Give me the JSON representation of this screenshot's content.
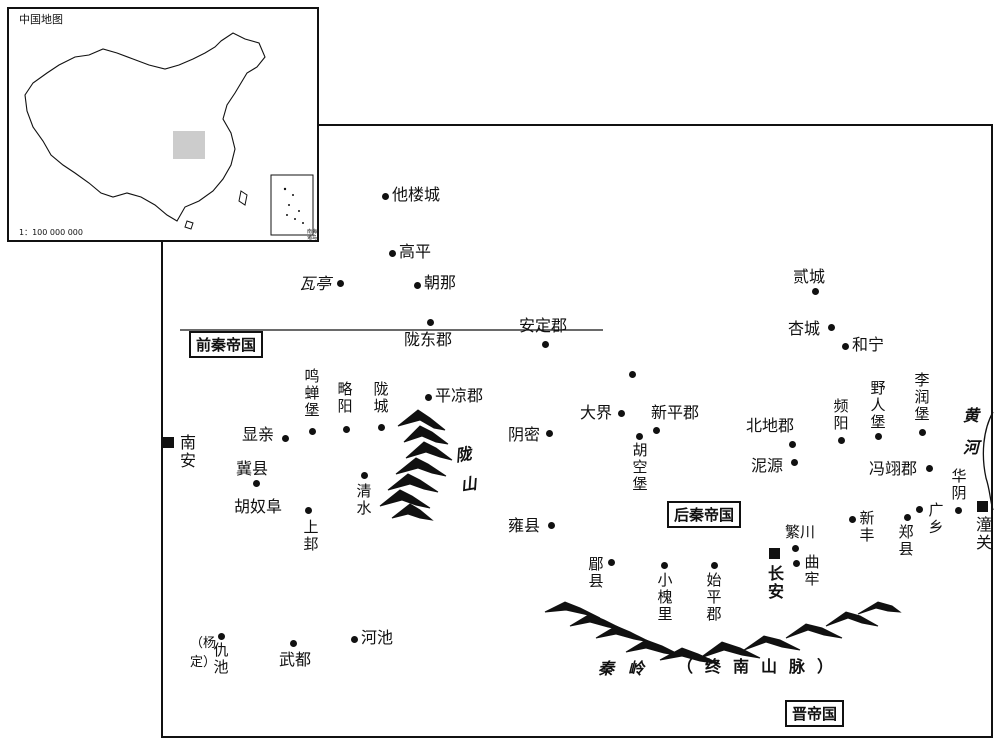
{
  "inset": {
    "title": "中国地图",
    "scale": "1：100 000 000",
    "scs_label": "南海诸岛"
  },
  "empires": {
    "qian_qin": "前秦帝国",
    "hou_qin": "后秦帝国",
    "jin": "晋帝国"
  },
  "mountains": {
    "longshan": "陇山",
    "qinling": "秦岭",
    "zhongnan": "（终南山脉）"
  },
  "river": {
    "huanghe": "黄河"
  },
  "capital_chang_an": "长安",
  "places": {
    "tuoloucheng": "他楼城",
    "gaoping": "高平",
    "wating": "瓦亭",
    "chaona": "朝那",
    "longdongjun": "陇东郡",
    "andingjun": "安定郡",
    "ercheng": "贰城",
    "xingcheng": "杏城",
    "hening": "和宁",
    "nan_an": "南安",
    "mingchanbao": "鸣蝉堡",
    "lveyang": "略阳",
    "longcheng": "陇城",
    "pingliangjun": "平凉郡",
    "xianqin": "显亲",
    "jixian": "冀县",
    "hunufu": "胡奴阜",
    "shanggui": "上邽",
    "qingshui": "清水",
    "yinmi": "阴密",
    "dajie": "大界",
    "xinpingjun": "新平郡",
    "hukongbao": "胡空堡",
    "beidijun": "北地郡",
    "niyuan": "泥源",
    "pinyang": "频阳",
    "yerenbao": "野人堡",
    "lirunbao": "李润堡",
    "fengyijun": "冯翊郡",
    "huayin": "华阴",
    "tongguan": "潼关",
    "guangxiang": "广乡",
    "zhengxian": "郑县",
    "xinfeng": "新丰",
    "yongxian": "雍县",
    "meixian": "郿县",
    "xiaohuaili": "小槐里",
    "shipingjun": "始平郡",
    "fanchuan": "繁川",
    "qulao": "曲牢",
    "qiuchi": "仇池",
    "yangding": "（杨定）",
    "wudu": "武都",
    "hechi": "河池"
  }
}
